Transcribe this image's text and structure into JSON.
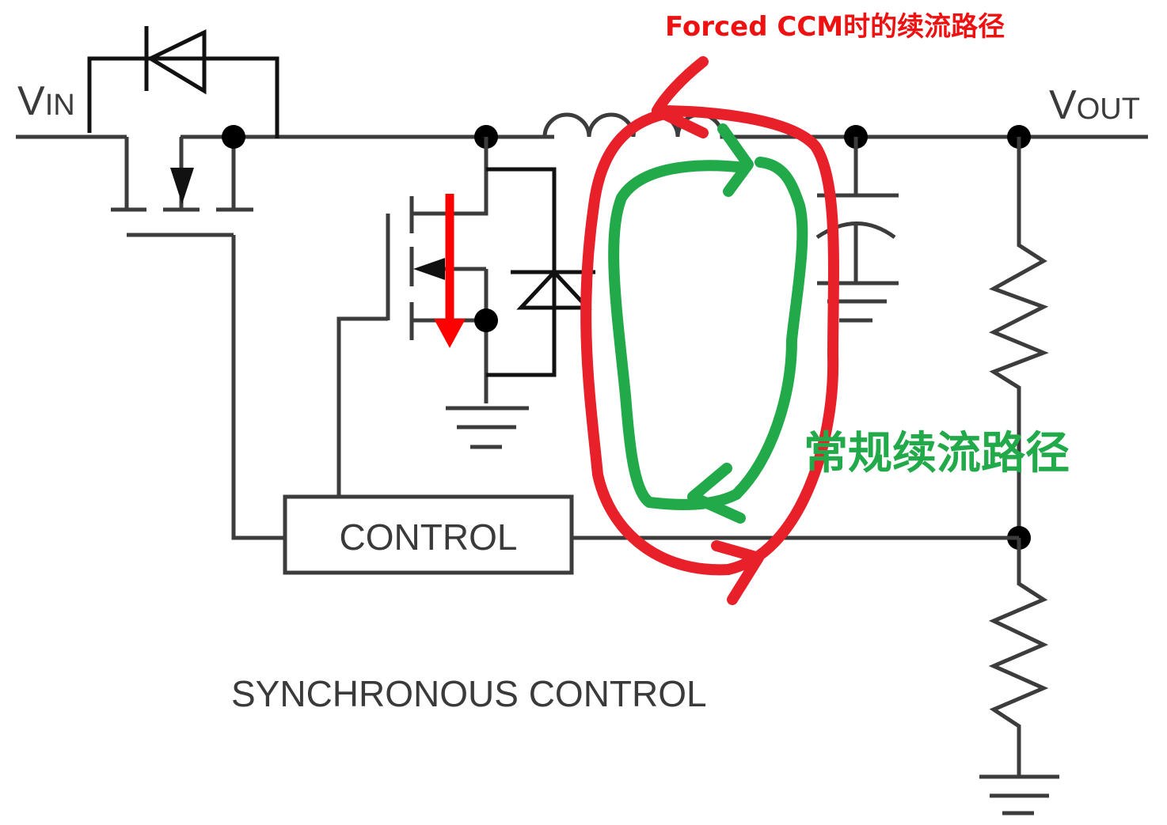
{
  "labels": {
    "vin": "V",
    "vin_sub": "IN",
    "vout": "V",
    "vout_sub": "OUT",
    "control_block": "CONTROL",
    "caption": "SYNCHRONOUS CONTROL"
  },
  "annotations": {
    "forced_ccm_path": "Forced CCM时的续流路径",
    "normal_path": "常规续流路径"
  },
  "colors": {
    "forced_ccm": "#e8202a",
    "normal": "#22aa4a",
    "current_arrow": "#ff0000"
  }
}
